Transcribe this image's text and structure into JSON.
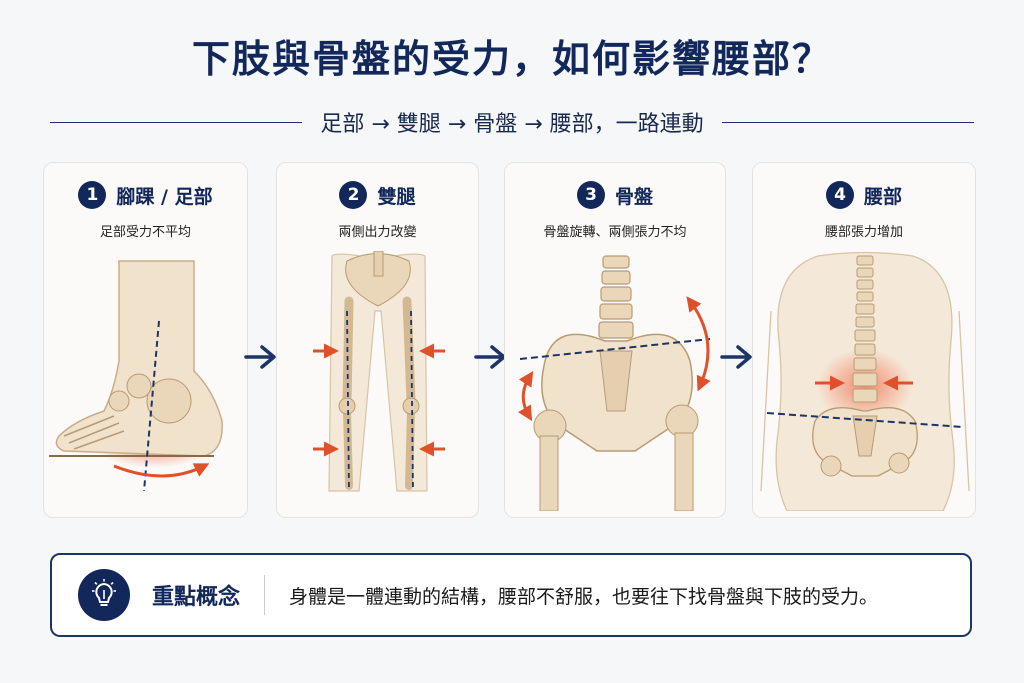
{
  "title": "下肢與骨盤的受力，如何影響腰部？",
  "subtitle": "足部 → 雙腿 → 骨盤 → 腰部，一路連動",
  "colors": {
    "navy": "#13285a",
    "accent_red": "#e0502a",
    "bone": "#f1e2cb"
  },
  "steps": [
    {
      "number": "1",
      "name": "腳踝 / 足部",
      "desc": "足部受力不平均",
      "icon": "foot-ankle-illustration"
    },
    {
      "number": "2",
      "name": "雙腿",
      "desc": "兩側出力改變",
      "icon": "legs-illustration"
    },
    {
      "number": "3",
      "name": "骨盤",
      "desc": "骨盤旋轉、兩側張力不均",
      "icon": "pelvis-illustration"
    },
    {
      "number": "4",
      "name": "腰部",
      "desc": "腰部張力增加",
      "icon": "lower-back-illustration"
    }
  ],
  "key_point": {
    "title": "重點概念",
    "text": "身體是一體連動的結構，腰部不舒服，也要往下找骨盤與下肢的受力。",
    "icon": "lightbulb-icon"
  }
}
